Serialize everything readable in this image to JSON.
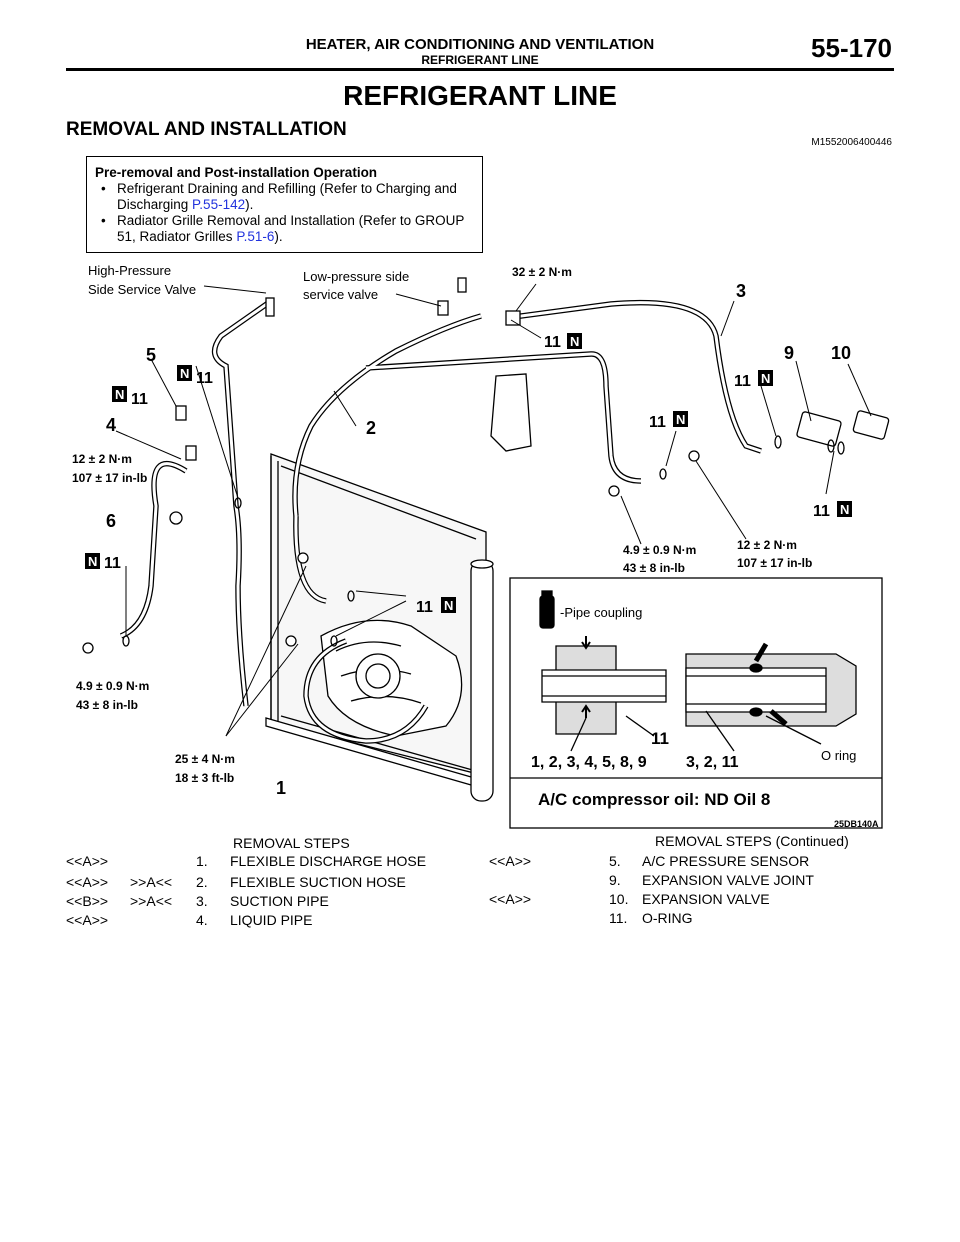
{
  "header": {
    "section": "HEATER, AIR CONDITIONING AND VENTILATION",
    "subsection": "REFRIGERANT LINE",
    "page": "55-170"
  },
  "title": "REFRIGERANT LINE",
  "subtitle": "REMOVAL AND INSTALLATION",
  "doc_id": "M1552006400446",
  "pre_removal": {
    "heading": "Pre-removal and Post-installation Operation",
    "item1_text": "Refrigerant Draining and Refilling (Refer to Charging and Discharging ",
    "item1_link": "P.55-142",
    "item1_end": ").",
    "item2_text": "Radiator Grille Removal and Installation (Refer to GROUP 51, Radiator Grilles ",
    "item2_link": "P.51-6",
    "item2_end": ")."
  },
  "diagram": {
    "labels": {
      "high_pressure_1": "High-Pressure",
      "high_pressure_2": "Side Service Valve",
      "low_pressure_1": "Low-pressure side",
      "low_pressure_2": "service valve",
      "torque_32": "32 ± 2 N·m",
      "torque_12_nm_left": "12 ± 2 N·m",
      "torque_107_left": "107 ± 17 in-lb",
      "torque_49_left": "4.9 ± 0.9 N·m",
      "torque_43_left": "43 ± 8 in-lb",
      "torque_25": "25 ± 4 N·m",
      "torque_18": "18 ± 3 ft-lb",
      "torque_49_right": "4.9 ± 0.9 N·m",
      "torque_43_right": "43 ± 8 in-lb",
      "torque_12_nm_right": "12 ± 2 N·m",
      "torque_107_right": "107 ± 17 in-lb",
      "n_mark": "N",
      "num_1": "1",
      "num_2": "2",
      "num_3": "3",
      "num_4": "4",
      "num_5": "5",
      "num_6": "6",
      "num_9": "9",
      "num_10": "10",
      "num_11": "11",
      "pipe_coupling": "-Pipe coupling",
      "coupling_parts_left": "1, 2, 3, 4, 5, 8, 9",
      "coupling_parts_right": "3, 2, 11",
      "coupling_11": "11",
      "o_ring": "O ring",
      "compressor_oil": "A/C compressor oil:  ND Oil 8",
      "figure_code": "25DB140A"
    }
  },
  "removal_steps": {
    "heading_left": "REMOVAL STEPS",
    "heading_right": "REMOVAL STEPS (Continued)",
    "left": [
      {
        "code_a": "<<A>>",
        "code_b": "",
        "num": "1.",
        "name": "FLEXIBLE DISCHARGE HOSE"
      },
      {
        "code_a": "<<A>>",
        "code_b": ">>A<<",
        "num": "2.",
        "name": "FLEXIBLE SUCTION HOSE"
      },
      {
        "code_a": "<<B>>",
        "code_b": ">>A<<",
        "num": "3.",
        "name": "SUCTION PIPE"
      },
      {
        "code_a": "<<A>>",
        "code_b": "",
        "num": "4.",
        "name": "LIQUID PIPE"
      }
    ],
    "right": [
      {
        "code_a": "<<A>>",
        "num": "5.",
        "name": "A/C PRESSURE SENSOR"
      },
      {
        "code_a": "",
        "num": "9.",
        "name": "EXPANSION VALVE JOINT"
      },
      {
        "code_a": "<<A>>",
        "num": "10.",
        "name": "EXPANSION VALVE"
      },
      {
        "code_a": "",
        "num": "11.",
        "name": "O-RING"
      }
    ]
  }
}
